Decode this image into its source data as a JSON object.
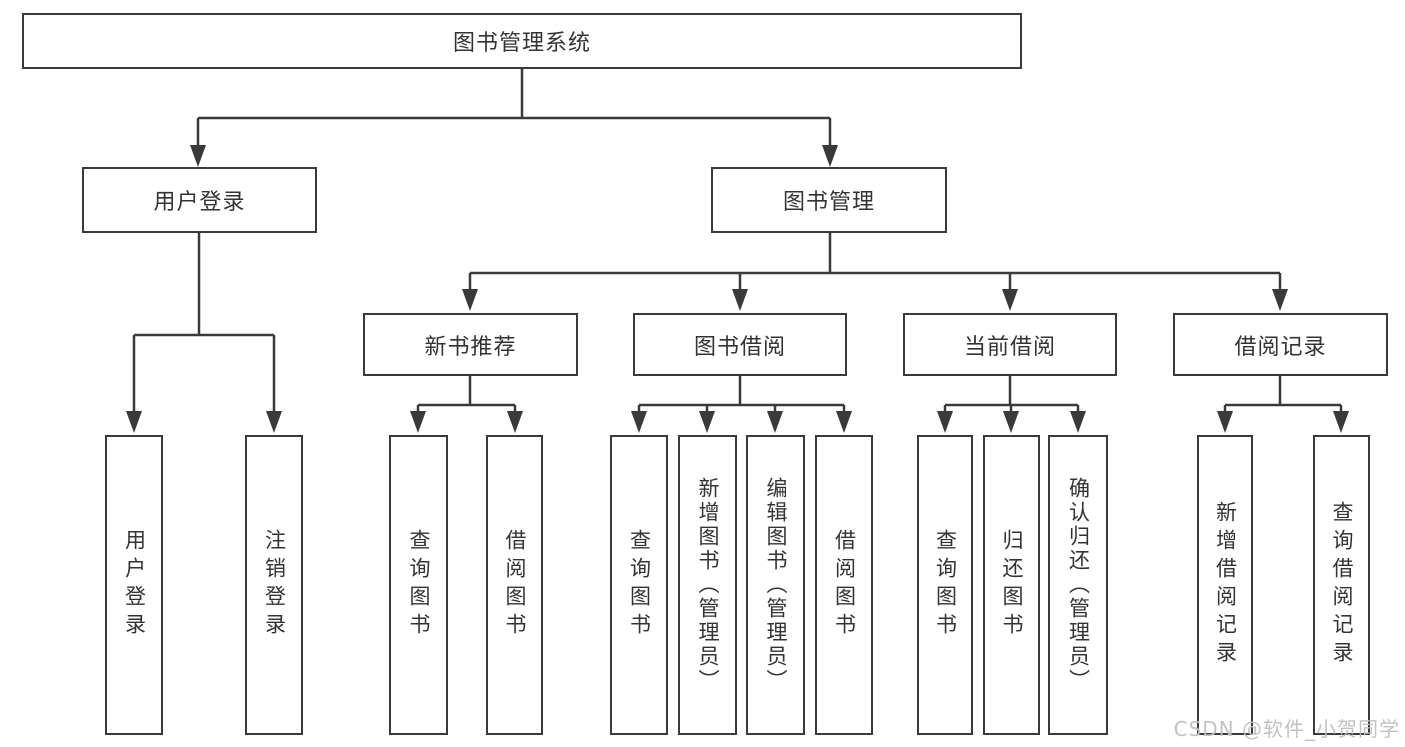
{
  "diagram_title": "图书管理系统",
  "tree": {
    "label": "图书管理系统",
    "children": [
      {
        "label": "用户登录",
        "children": [
          {
            "label": "用户登录"
          },
          {
            "label": "注销登录"
          }
        ]
      },
      {
        "label": "图书管理",
        "children": [
          {
            "label": "新书推荐",
            "children": [
              {
                "label": "查询图书"
              },
              {
                "label": "借阅图书"
              }
            ]
          },
          {
            "label": "图书借阅",
            "children": [
              {
                "label": "查询图书"
              },
              {
                "label": "新增图书（管理员）"
              },
              {
                "label": "编辑图书（管理员）"
              },
              {
                "label": "借阅图书"
              }
            ]
          },
          {
            "label": "当前借阅",
            "children": [
              {
                "label": "查询图书"
              },
              {
                "label": "归还图书"
              },
              {
                "label": "确认归还（管理员）"
              }
            ]
          },
          {
            "label": "借阅记录",
            "children": [
              {
                "label": "新增借阅记录"
              },
              {
                "label": "查询借阅记录"
              }
            ]
          }
        ]
      }
    ]
  },
  "watermark": {
    "text": "CSDN @软件_小贺同学"
  },
  "colors": {
    "line": "#3a3a3a",
    "text": "#333333",
    "background": "#ffffff",
    "watermark": "#bfbfbf"
  }
}
